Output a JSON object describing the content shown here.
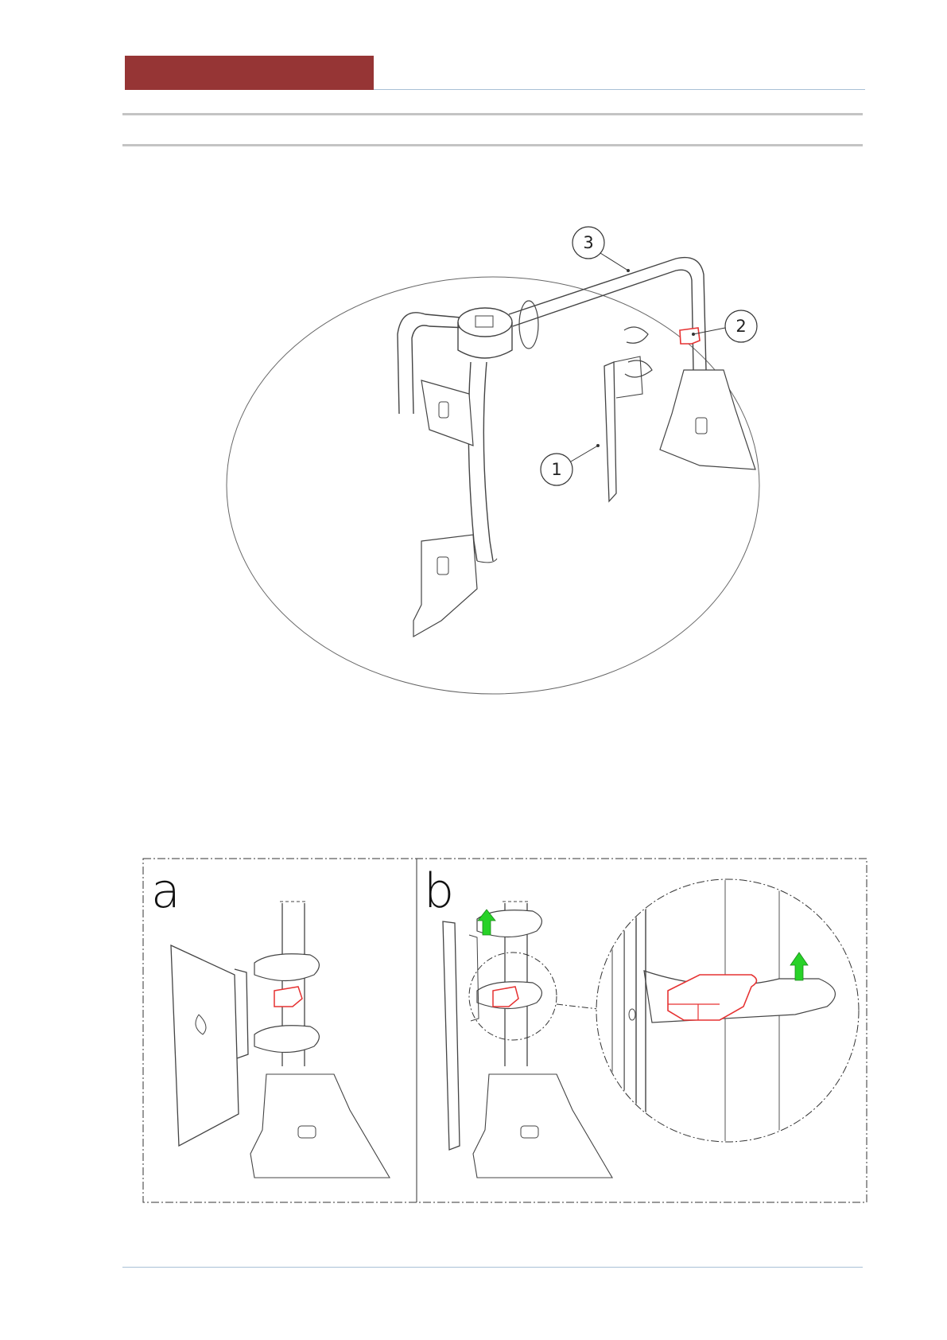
{
  "colors": {
    "header_block": "#963535",
    "header_line": "#a9c0d6",
    "rule": "#c4c4c4",
    "footer_line": "#a9c0d6",
    "highlight_part": "#e63232",
    "arrow": "#28d228",
    "line": "#333333"
  },
  "assembly_figure": {
    "callouts": [
      "3",
      "2",
      "1"
    ]
  },
  "detail_figure": {
    "panel_a_label": "a",
    "panel_b_label": "b"
  }
}
